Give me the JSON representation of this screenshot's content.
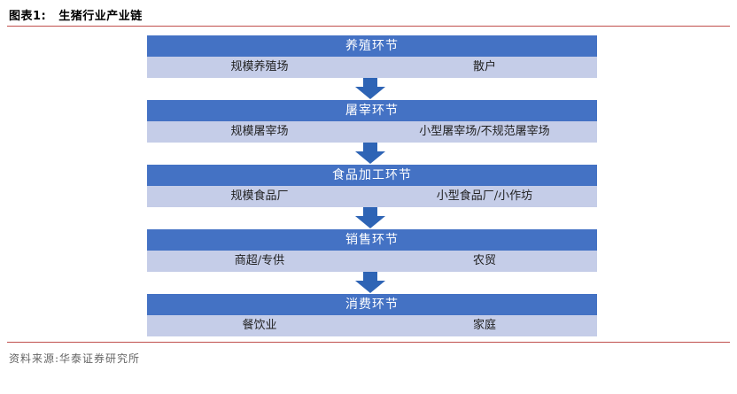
{
  "figure": {
    "number": "图表1:",
    "title": "生猪行业产业链"
  },
  "stages": [
    {
      "title": "养殖环节",
      "items": [
        "规模养殖场",
        "散户"
      ]
    },
    {
      "title": "屠宰环节",
      "items": [
        "规模屠宰场",
        "小型屠宰场/不规范屠宰场"
      ]
    },
    {
      "title": "食品加工环节",
      "items": [
        "规模食品厂",
        "小型食品厂/小作坊"
      ]
    },
    {
      "title": "销售环节",
      "items": [
        "商超/专供",
        "农贸"
      ]
    },
    {
      "title": "消费环节",
      "items": [
        "餐饮业",
        "家庭"
      ]
    }
  ],
  "source": "资料来源:华泰证券研究所",
  "colors": {
    "header": "#4472c4",
    "body": "#c5cde8",
    "arrow": "#2e64b5",
    "rule": "#c0504d"
  }
}
